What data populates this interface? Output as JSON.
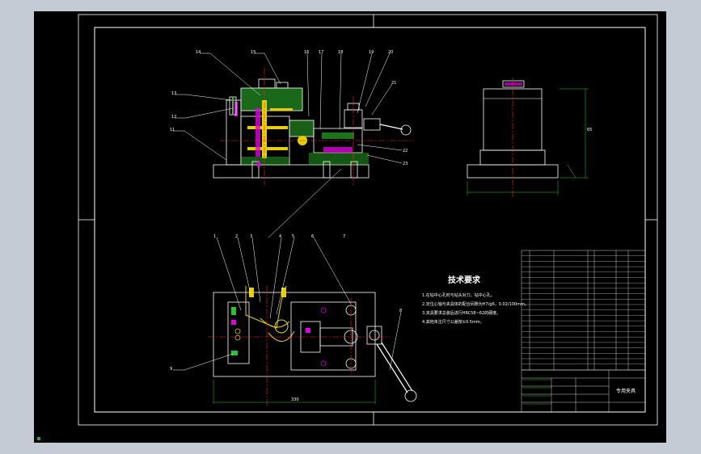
{
  "technical_requirements": {
    "title": "技术要求",
    "lines": [
      "1.在钻中心孔时与钻头对刀，钻中心孔。",
      "2.定位心轴与夹具体的配合间隙为H7/g6，0.02/100mm。",
      "3.夹具要求总装后进行HRC58~62的硬度。",
      "4.其他未注尺寸公差按±0.5mm。"
    ]
  },
  "title_block": {
    "name": "专用夹具"
  },
  "balloons_top": [
    "14",
    "15",
    "16",
    "17",
    "18",
    "19",
    "20",
    "21",
    "22",
    "23",
    "13",
    "12",
    "11"
  ],
  "balloons_plan": [
    "1",
    "2",
    "3",
    "4",
    "5",
    "6",
    "7",
    "8",
    "9"
  ],
  "dimensions": {
    "plan_width": "330",
    "side_height": "65"
  },
  "colors": {
    "viewport_bg": "#000000",
    "chrome_bg": "#c5cbd4",
    "line_white": "#ffffff",
    "hatch": "#2fbf2f",
    "part_yellow": "#e8d000",
    "part_magenta": "#e000e0",
    "part_cyan": "#00e0e0",
    "center_red": "#ff2020",
    "dim_green": "#20d020"
  }
}
